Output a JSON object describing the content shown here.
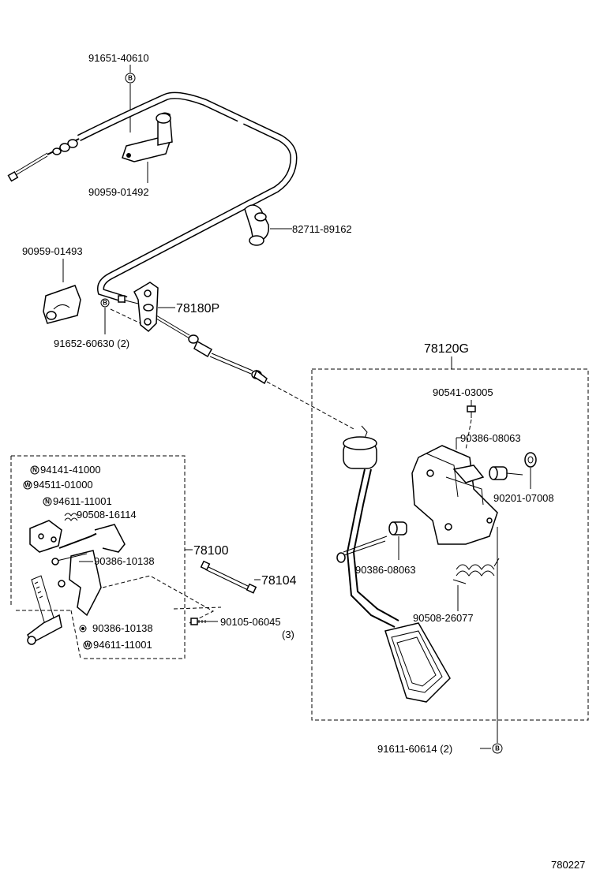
{
  "labels": {
    "cable_clamp_screw_top": "91651-40610",
    "cable_clamp": "90959-01492",
    "cable_holder": "82711-89162",
    "clamp_left": "90959-01493",
    "cable_assembly": "78180P",
    "cable_screw": "91652-60630 (2)",
    "pedal_assembly": "78120G",
    "pedal_screw_small": "90541-03005",
    "bushing_upper": "90386-08063",
    "washer_right": "90201-07008",
    "bushing_lower": "90386-08063",
    "spring_lower": "90508-26077",
    "pedal_mount_screw": "91611-60614 (2)",
    "link_assembly": "78100",
    "rod": "78104",
    "bolt_link": "90105-06045",
    "bolt_link_qty": "(3)",
    "link_nut": "94141-41000",
    "link_washer": "94511-01000",
    "link_washer2": "94611-11001",
    "link_spring": "90508-16114",
    "link_bushing_a": "90386-10138",
    "link_bushing_b": "90386-10138",
    "link_washer3": "94611-11001",
    "diagram_number": "780227"
  },
  "markers": {
    "b": "B",
    "n": "N",
    "w": "W"
  },
  "colors": {
    "line": "#000000",
    "background": "#ffffff"
  }
}
